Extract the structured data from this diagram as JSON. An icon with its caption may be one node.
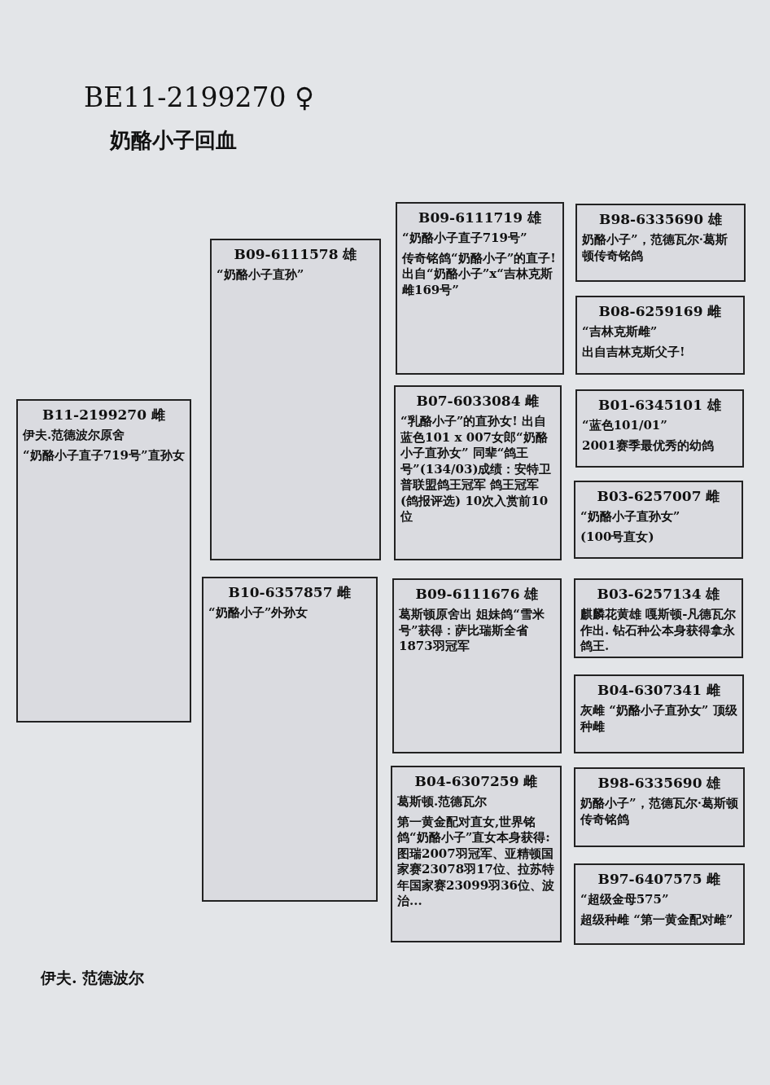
{
  "diagram": {
    "title": "BE11-2199270 ♀",
    "nodes": [
      {
        "text": [
          "B11-2199270 雌",
          "伊夫.范德波尔原舍",
          "“奶酪小子直子719号”直孙女"
        ]
      },
      {
        "text": [
          "B09-6111578 雄",
          "“奶酪小子直孙”"
        ]
      },
      {
        "text": [
          "B10-6357857 雌",
          "“奶酪小子”外孙女"
        ]
      },
      {
        "text": [
          "B09-6111719 雄",
          "“奶酪小子直子719号”",
          "传奇铭鸽“奶酪小子”的直子!出自“奶酪小子”x“吉林克斯雌169号”"
        ]
      },
      {
        "text": [
          "B07-6033084 雌",
          "“乳酪小子”的直孙女! 出自蓝色101 x 007女郎“奶酪小子直孙女” 同辈“鸽王号”(134/03)成绩：安特卫普联盟鸽王冠军 鸽王冠军(鸽报评选) 10次入赏前10位"
        ]
      },
      {
        "text": [
          "B09-6111676 雄",
          "葛斯顿原舍出 姐妹鸽“雪米号”获得：萨比瑞斯全省1873羽冠军"
        ]
      },
      {
        "text": [
          "B04-6307259 雌",
          "葛斯顿.范德瓦尔",
          "第一黄金配对直女,世界铭鸽“奶酪小子”直女本身获得:图瑞2007羽冠军、亚精顿国家赛23078羽17位、拉苏特年国家赛23099羽36位、波治..."
        ]
      },
      {
        "text": [
          "B98-6335690 雄",
          "奶酪小子”，范德瓦尔·葛斯顿传奇铭鸽"
        ]
      },
      {
        "text": [
          "B08-6259169 雌",
          "“吉林克斯雌”",
          "出自吉林克斯父子!"
        ]
      },
      {
        "text": [
          "B01-6345101 雄",
          "“蓝色101/01”",
          "2001赛季最优秀的幼鸽"
        ]
      },
      {
        "text": [
          "B03-6257007 雌",
          "“奶酪小子直孙女”",
          "(100号直女)"
        ]
      },
      {
        "text": [
          "B03-6257134 雄",
          "麒麟花黄雄 嘎斯顿-凡德瓦尔作出. 钻石种公本身获得拿永鸽王."
        ]
      },
      {
        "text": [
          "B04-6307341 雌",
          "灰雌 “奶酪小子直孙女” 顶级种雌"
        ]
      },
      {
        "text": [
          "B98-6335690 雄",
          "奶酪小子”，范德瓦尔·葛斯顿传奇铭鸽"
        ]
      },
      {
        "text": [
          "B97-6407575 雌",
          "“超级金母575”",
          "超级种雌 “第一黄金配对雌”"
        ]
      }
    ],
    "labels": [
      "奶酪小子回血",
      "伊夫. 范德波尔"
    ]
  }
}
